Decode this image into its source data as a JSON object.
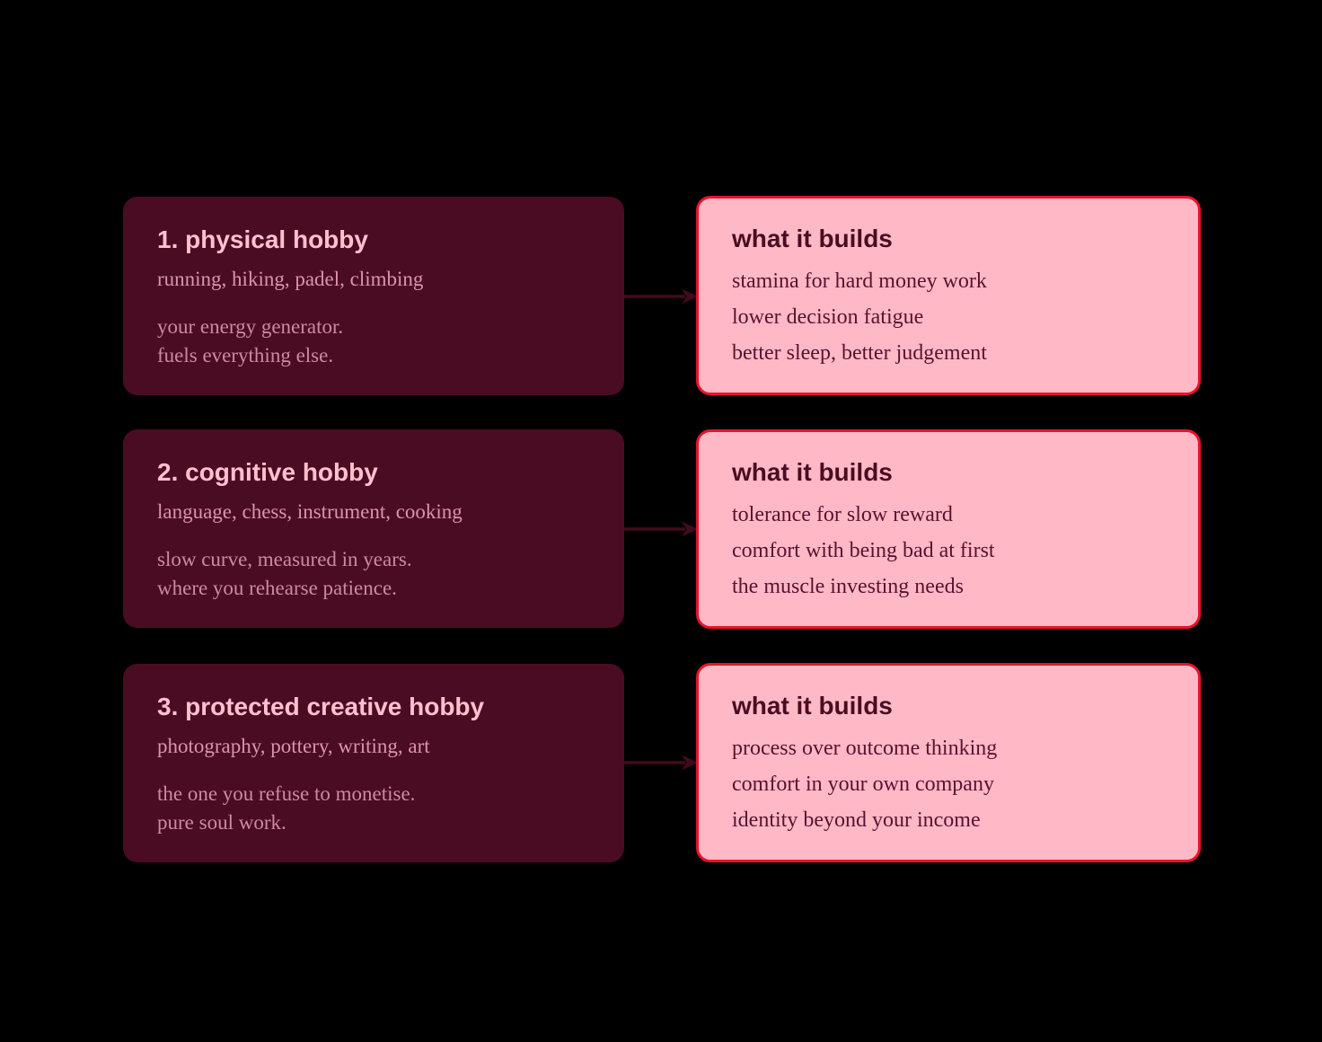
{
  "background_color": "#000000",
  "colors": {
    "left_card_bg": "#4a0c23",
    "left_title_text": "#ffc0cf",
    "left_examples_text": "#dc92ad",
    "left_desc_text": "#cd89a3",
    "right_card_bg": "#ffb9c6",
    "right_card_border": "#e8132b",
    "right_title_text": "#4a0c23",
    "right_body_text": "#5a1130",
    "arrow": "#420a1d"
  },
  "rows": [
    {
      "left": {
        "title": "1. physical hobby",
        "examples": "running, hiking, padel, climbing",
        "desc_line1": "your energy generator.",
        "desc_line2": "fuels everything else."
      },
      "right": {
        "title": "what it builds",
        "items": [
          "stamina for hard money work",
          "lower decision fatigue",
          "better sleep, better judgement"
        ]
      }
    },
    {
      "left": {
        "title": "2. cognitive hobby",
        "examples": "language, chess, instrument, cooking",
        "desc_line1": "slow curve, measured in years.",
        "desc_line2": "where you rehearse patience."
      },
      "right": {
        "title": "what it builds",
        "items": [
          "tolerance for slow reward",
          "comfort with being bad at first",
          "the muscle investing needs"
        ]
      }
    },
    {
      "left": {
        "title": "3. protected creative hobby",
        "examples": "photography, pottery, writing, art",
        "desc_line1": "the one you refuse to monetise.",
        "desc_line2": "pure soul work."
      },
      "right": {
        "title": "what it builds",
        "items": [
          "process over outcome thinking",
          "comfort in your own company",
          "identity beyond your income"
        ]
      }
    }
  ]
}
